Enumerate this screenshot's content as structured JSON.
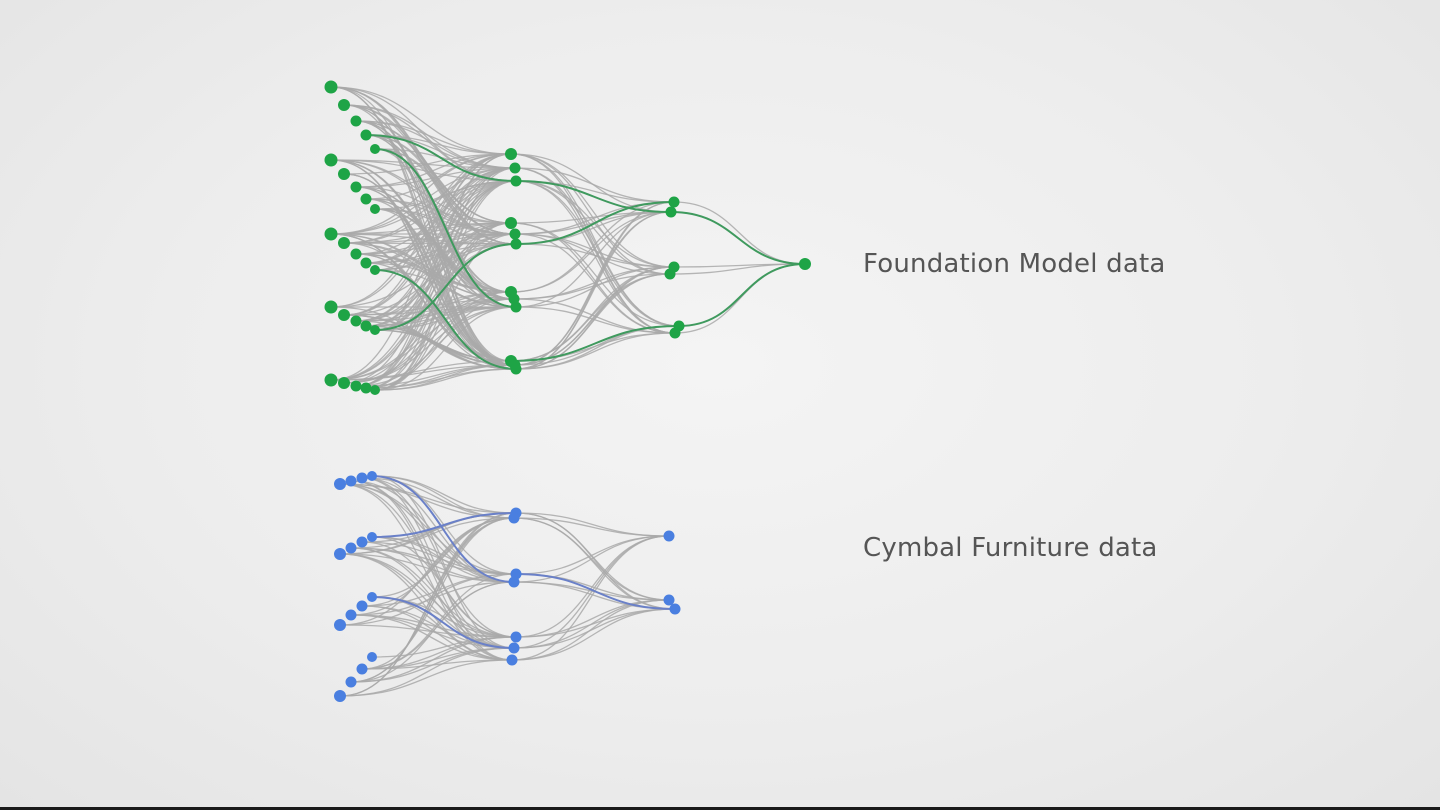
{
  "networks": [
    {
      "id": "foundation",
      "label": "Foundation Model data",
      "node_color": "#1ea446",
      "highlight_color": "#3f9a5e",
      "edge_color": "#a9a9a9"
    },
    {
      "id": "cymbal",
      "label": "Cymbal Furniture data",
      "node_color": "#4a7fe0",
      "highlight_color": "#6a80c8",
      "edge_color": "#a9a9a9"
    }
  ]
}
